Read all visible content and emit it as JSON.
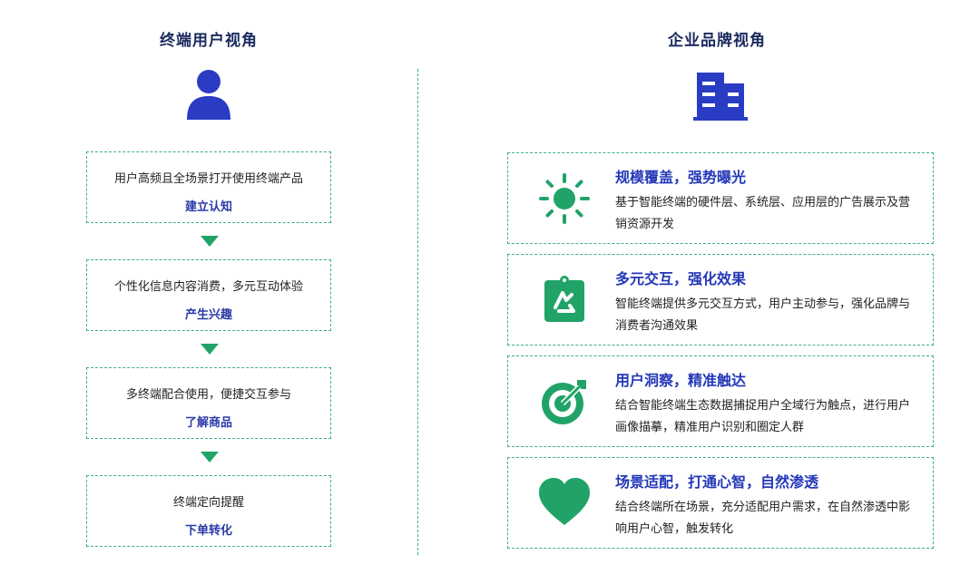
{
  "left": {
    "title": "终端用户视角",
    "steps": [
      {
        "desc": "用户高频且全场景打开使用终端产品",
        "key": "建立认知"
      },
      {
        "desc": "个性化信息内容消费，多元互动体验",
        "key": "产生兴趣"
      },
      {
        "desc": "多终端配合使用，便捷交互参与",
        "key": "了解商品"
      },
      {
        "desc": "终端定向提醒",
        "key": "下单转化"
      }
    ]
  },
  "right": {
    "title": "企业品牌视角",
    "features": [
      {
        "title": "规模覆盖，强势曝光",
        "desc": "基于智能终端的硬件层、系统层、应用层的广告展示及营销资源开发",
        "icon": "sun-icon"
      },
      {
        "title": "多元交互，强化效果",
        "desc": "智能终端提供多元交互方式，用户主动参与，强化品牌与消费者沟通效果",
        "icon": "interaction-icon"
      },
      {
        "title": "用户洞察，精准触达",
        "desc": "结合智能终端生态数据捕捉用户全域行为触点，进行用户画像描摹，精准用户识别和圈定人群",
        "icon": "target-icon"
      },
      {
        "title": "场景适配，打通心智，自然渗透",
        "desc": "结合终端所在场景，充分适配用户需求，在自然渗透中影响用户心智，触发转化",
        "icon": "heart-icon"
      }
    ]
  },
  "colors": {
    "accent_green": "#21a368",
    "accent_blue": "#2438b8",
    "title_navy": "#1b2a5e"
  }
}
